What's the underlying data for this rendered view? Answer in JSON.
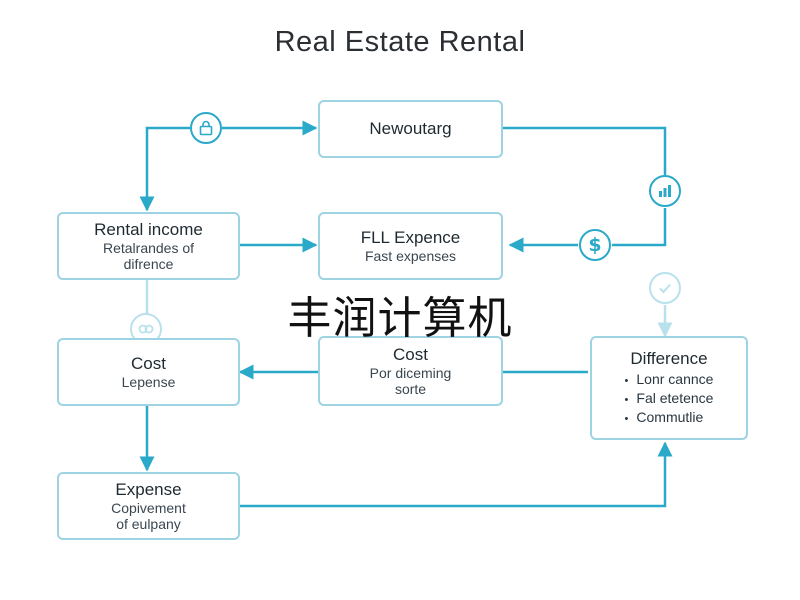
{
  "title": "Real Estate Rental",
  "watermark": "丰润计算机",
  "nodes": {
    "new_outarg": {
      "title": "Newoutarg"
    },
    "rental_income": {
      "title": "Rental income",
      "sub1": "Retalrandes of",
      "sub2": "difrence"
    },
    "fll_expence": {
      "title": "FLL Expence",
      "sub1": "Fast expenses"
    },
    "cost_left": {
      "title": "Cost",
      "sub1": "Lepense"
    },
    "cost_center": {
      "title": "Cost",
      "sub1": "Por diceming",
      "sub2": "sorte"
    },
    "difference": {
      "title": "Difference",
      "items": [
        "Lonr cannce",
        "Fal etetence",
        "Commutlie"
      ]
    },
    "expense": {
      "title": "Expense",
      "sub1": "Copivement",
      "sub2": "of eulpany"
    }
  },
  "icons": [
    "lock-icon",
    "bar-chart-icon",
    "dollar-icon",
    "check-icon",
    "link-icon"
  ],
  "colors": {
    "accent": "#2aa9c8",
    "box_border": "#9dd3e3",
    "faded": "#b9e1ec"
  }
}
